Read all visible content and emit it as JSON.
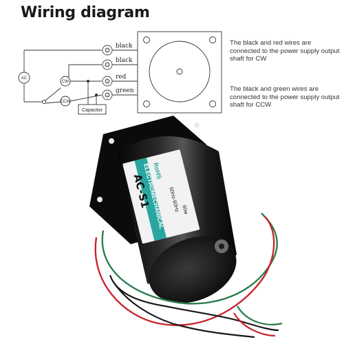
{
  "title": "Wiring diagram",
  "wires": {
    "black1": "black",
    "black2": "black",
    "red": "red",
    "green": "green"
  },
  "labels": {
    "ac": "AC",
    "cw": "CW",
    "ccw": "CCW",
    "capacitor": "Capacitor"
  },
  "notes": {
    "cw": "The black and red wires are connected to the power supply output shaft for CW",
    "ccw": "The black and green wires are connected to the power supply output shaft for CCW"
  },
  "motor_label": {
    "model": "AC-S1",
    "brand": "ELECTROMECHANICAL",
    "rohs": "RoHS",
    "spec1": "50Hz-60Hz",
    "spec2": "60w"
  },
  "colors": {
    "wire_red": "#c8262b",
    "wire_green": "#2e7d4f",
    "wire_black": "#1a1a1a",
    "label_teal": "#2aa6a0"
  }
}
